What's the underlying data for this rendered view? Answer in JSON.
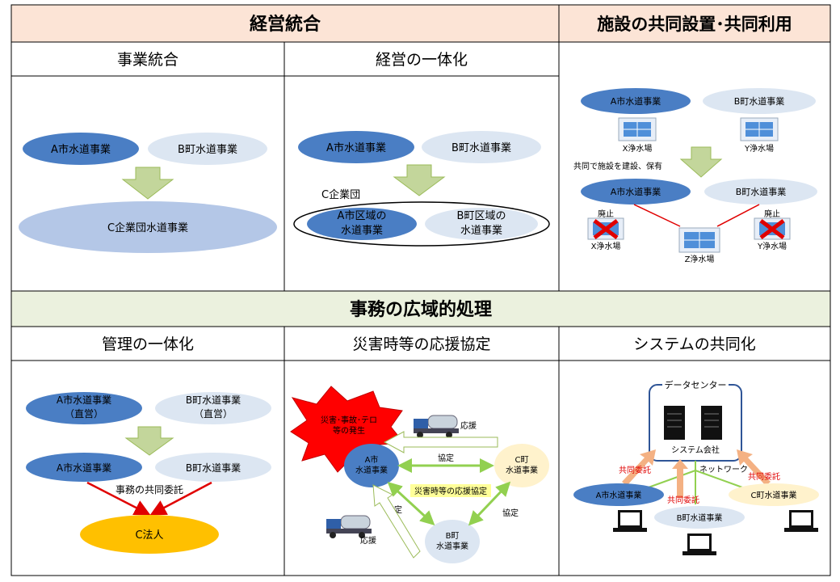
{
  "sections": {
    "keiei_tougou": "経営統合",
    "shisetsu": "施設の共同設置･共同利用",
    "jimu": "事務の広域的処理"
  },
  "panels": {
    "jigyou_tougou": {
      "title": "事業統合",
      "a": "A市水道事業",
      "b": "B町水道事業",
      "c": "C企業団水道事業"
    },
    "keiei_ittaika": {
      "title": "経営の一体化",
      "a": "A市水道事業",
      "b": "B町水道事業",
      "group_label": "C企業団",
      "a_area_1": "A市区域の",
      "a_area_2": "水道事業",
      "b_area_1": "B町区域の",
      "b_area_2": "水道事業"
    },
    "shisetsu": {
      "a": "A市水道事業",
      "b": "B町水道事業",
      "x_plant": "X浄水場",
      "y_plant": "Y浄水場",
      "note": "共同で施設を建設、保有",
      "a2": "A市水道事業",
      "b2": "B町水道事業",
      "abolish_left": "廃止",
      "abolish_right": "廃止",
      "x_plant2": "X浄水場",
      "y_plant2": "Y浄水場",
      "z_plant": "Z浄水場"
    },
    "kanri": {
      "title": "管理の一体化",
      "a_1": "A市水道事業",
      "a_2": "（直営）",
      "b_1": "B町水道事業",
      "b_2": "（直営）",
      "a2": "A市水道事業",
      "b2": "B町水道事業",
      "entrust": "事務の共同委託",
      "c": "C法人"
    },
    "saigai": {
      "title": "災害時等の応援協定",
      "burst_1": "災害･事故･テロ",
      "burst_2": "等の発生",
      "support_top": "応援",
      "a_1": "A市",
      "a_2": "水道事業",
      "c_1": "C町",
      "c_2": "水道事業",
      "b_1": "B町",
      "b_2": "水道事業",
      "kyotei_top": "協定",
      "kyotei_left": "協定",
      "kyotei_right": "協定",
      "agreement": "災害時等の応援協定",
      "support_bottom": "応援"
    },
    "system": {
      "title": "システムの共同化",
      "datacenter": "データセンター",
      "company": "システム会社",
      "network": "ネットワーク",
      "entrust_left": "共同委託",
      "entrust_mid": "共同委託",
      "entrust_right": "共同委託",
      "a": "A市水道事業",
      "b": "B町水道事業",
      "c": "C町水道事業"
    }
  },
  "colors": {
    "header_peach": "#FCE4D6",
    "header_green": "#EBF1DE",
    "dark_blue": "#4A7EC4",
    "light_blue": "#DCE6F2",
    "mid_blue": "#B4C7E7",
    "arrow_green": "#C3D69B",
    "arrow_green_edge": "#9BBB59",
    "orange_yellow": "#FFC000",
    "red": "#FF0000",
    "peach_arrow": "#F4B183"
  }
}
